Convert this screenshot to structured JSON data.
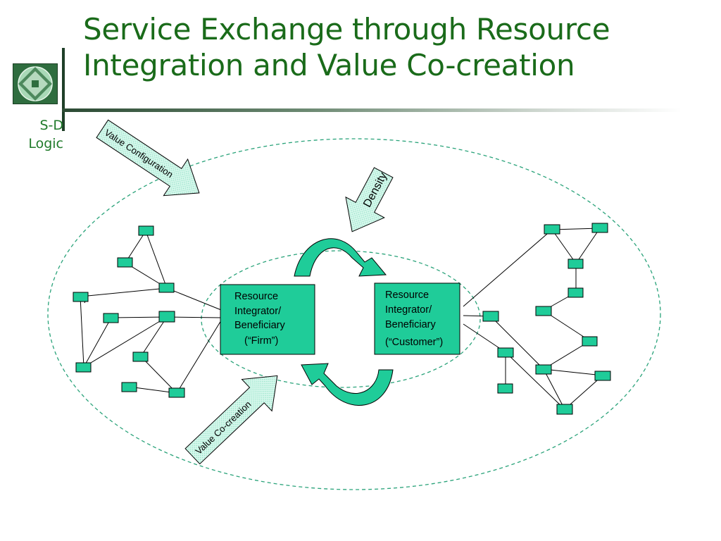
{
  "slide": {
    "title_lines": [
      "Service Exchange through Resource",
      "Integration and Value Co-creation"
    ],
    "side_label_lines": [
      "S-D",
      "Logic"
    ]
  },
  "arrows": {
    "value_configuration": "Value Configuration",
    "density": "Density",
    "value_co_creation": "Value Co-creation"
  },
  "actors": {
    "firm": {
      "lines": [
        "Resource",
        "Integrator/",
        "Beneficiary",
        "(“Firm”)"
      ]
    },
    "customer": {
      "lines": [
        "Resource",
        "Integrator/",
        "Beneficiary",
        "(“Customer”)"
      ]
    }
  },
  "colors": {
    "title": "#1a6b1a",
    "node_fill": "#1fcc99",
    "dashed_ellipse": "#2aa37a",
    "arrow_fill": "#bff5e3",
    "cycle_arrow": "#1fcc99"
  }
}
